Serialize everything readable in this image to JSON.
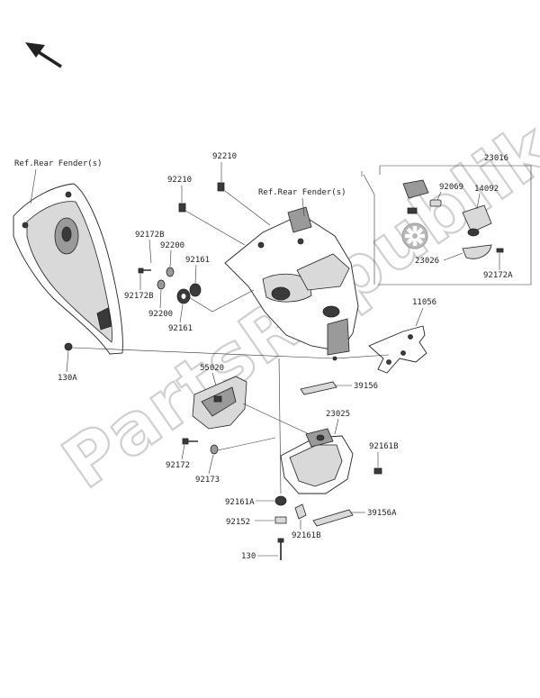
{
  "watermark": "PartsRepublik",
  "refs": {
    "rear_fender_left": "Ref.Rear Fender(s)",
    "rear_fender_center": "Ref.Rear Fender(s)"
  },
  "labels": {
    "p92210_top": "92210",
    "p92210_mid": "92210",
    "p23016": "23016",
    "p92069": "92069",
    "p14092": "14092",
    "p23026": "23026",
    "p92172A": "92172A",
    "p92172B": "92172B",
    "p92200_a": "92200",
    "p92200_b": "92200",
    "p92161_a": "92161",
    "p92161_b": "92161",
    "p11056": "11056",
    "p130A": "130A",
    "p55020": "55020",
    "p39156": "39156",
    "p23025": "23025",
    "p92161B_a": "92161B",
    "p92172": "92172",
    "p92173": "92173",
    "p92161A": "92161A",
    "p92152": "92152",
    "p92161B_b": "92161B",
    "p39156A": "39156A",
    "p130": "130"
  },
  "icons": {
    "direction": "front-direction-arrow-icon",
    "gear": "gear-icon"
  }
}
